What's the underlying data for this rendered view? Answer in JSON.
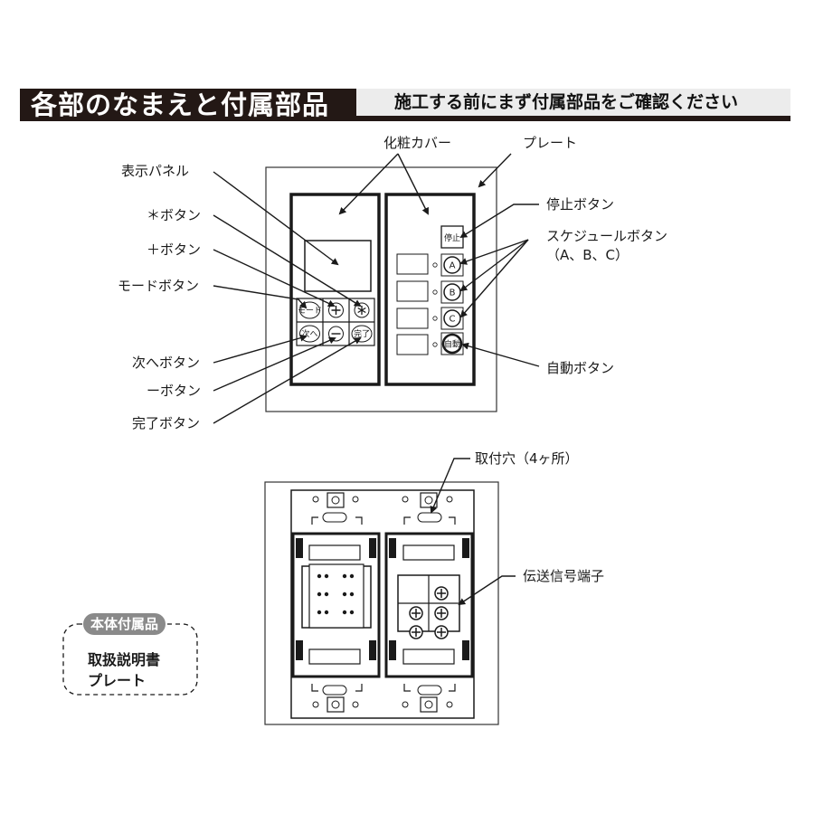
{
  "header": {
    "title": "各部のなまえと付属部品",
    "subtitle": "施工する前にまず付属部品をご確認ください"
  },
  "front": {
    "labels": {
      "cover": "化粧カバー",
      "plate": "プレート",
      "display_panel": "表示パネル",
      "asterisk_button": "＊ボタン",
      "plus_button": "＋ボタン",
      "mode_button": "モードボタン",
      "next_button": "次へボタン",
      "minus_button": "ーボタン",
      "done_button": "完了ボタン",
      "stop_button": "停止ボタン",
      "schedule_button": "スケジュールボタン",
      "schedule_sub": "（A、B、C）",
      "auto_button": "自動ボタン"
    },
    "key_text": {
      "mode": "モード",
      "next": "次へ",
      "done": "完了",
      "stop": "停止",
      "a": "A",
      "b": "B",
      "c": "C",
      "auto": "自動"
    }
  },
  "back": {
    "labels": {
      "mount_holes": "取付穴（4ヶ所）",
      "terminal": "伝送信号端子"
    }
  },
  "accessories": {
    "tag": "本体付属品",
    "items": [
      "取扱説明書",
      "プレート"
    ]
  }
}
